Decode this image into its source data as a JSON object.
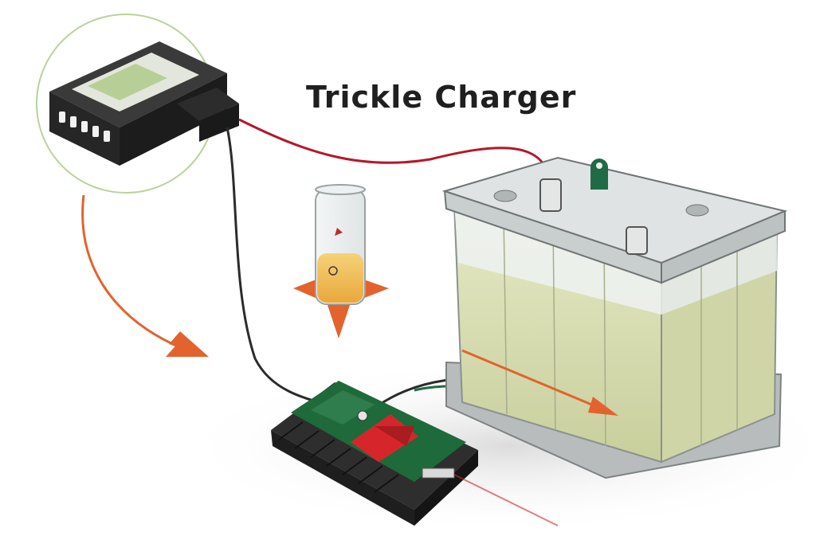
{
  "diagram": {
    "title": "Trickle Charger",
    "components": [
      {
        "id": "charger-unit",
        "icon": "charger-box-icon"
      },
      {
        "id": "electrolyte-vial",
        "icon": "test-tube-icon"
      },
      {
        "id": "battery",
        "icon": "battery-icon"
      },
      {
        "id": "controller-board",
        "icon": "circuit-board-icon"
      }
    ],
    "colors": {
      "accent_orange": "#e2632e",
      "wire_red": "#b5172a",
      "wire_green": "#1f6b46",
      "wire_black": "#2b2b2b",
      "electrolyte": "#d9dcb4",
      "highlight_circle": "#b9d39a",
      "board_green": "#1e6a3a",
      "clamp_red": "#d6262b"
    }
  }
}
